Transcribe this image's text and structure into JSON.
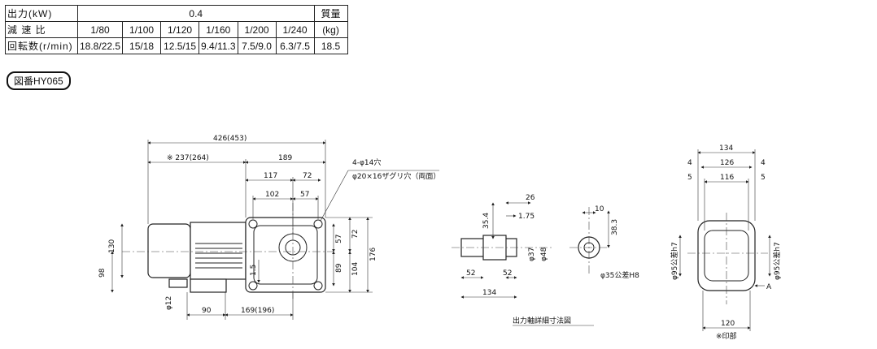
{
  "table": {
    "row_output": {
      "label": "出力(kW)",
      "value": "0.4"
    },
    "mass_header": "質量",
    "row_ratio": {
      "label": "減 速 比",
      "values": [
        "1/80",
        "1/100",
        "1/120",
        "1/160",
        "1/200",
        "1/240"
      ],
      "unit": "(kg)"
    },
    "row_speed": {
      "label": "回転数(r/min)",
      "values": [
        "18.8/22.5",
        "15/18",
        "12.5/15",
        "9.4/11.3",
        "7.5/9.0",
        "6.3/7.5"
      ],
      "mass": "18.5"
    }
  },
  "drawing_id": "図番HY065",
  "dims": {
    "overall": "426(453)",
    "motor_len": "※ 237(264)",
    "gear_len": "189",
    "d117": "117",
    "d72": "72",
    "d102": "102",
    "d57": "57",
    "h130": "130",
    "h98": "98",
    "h57": "57",
    "h72": "72",
    "h89": "89",
    "h104": "104",
    "h176": "176",
    "d1_5": "1.5",
    "phi12": "φ12",
    "d90": "90",
    "d169": "169(196)",
    "hole_note1": "4-φ14穴",
    "hole_note2": "φ20×16ザグリ穴（両面）",
    "shaft_26": "26",
    "shaft_1_75": "1.75",
    "shaft_35_4": "35.4",
    "shaft_37": "φ37",
    "shaft_48": "φ48",
    "shaft_52a": "52",
    "shaft_52b": "52",
    "shaft_134": "134",
    "key_10": "10",
    "key_38_3": "38.3",
    "key_35h8": "φ35公差H8",
    "detail_caption": "出力軸詳細寸法図",
    "side_134": "134",
    "side_4a": "4",
    "side_126": "126",
    "side_4b": "4",
    "side_5a": "5",
    "side_116": "116",
    "side_5b": "5",
    "side_95h7a": "φ95公差h7",
    "side_95h7b": "φ95公差h7",
    "side_A": "A",
    "side_120": "120",
    "side_note": "※印部"
  }
}
